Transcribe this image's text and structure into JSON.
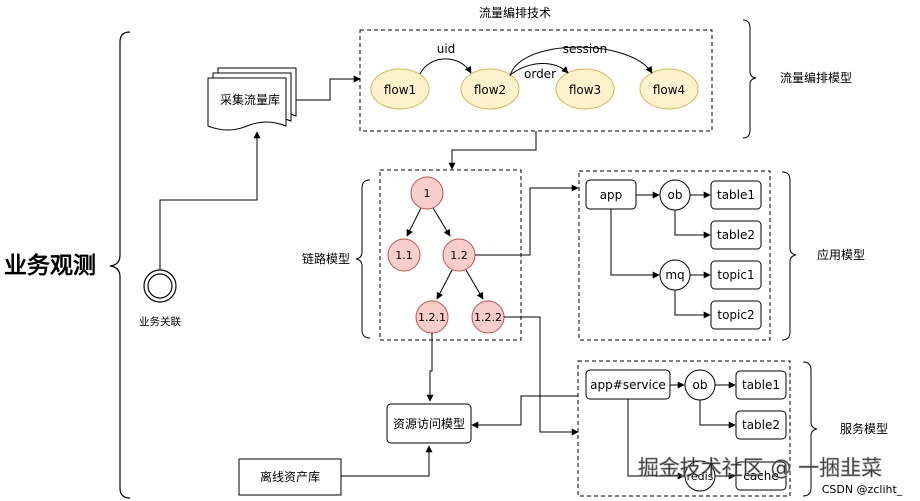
{
  "main_title": "业务观测",
  "flow_section": {
    "title": "流量编排技术",
    "model_label": "流量编排模型",
    "collector": "采集流量库",
    "flows": [
      "flow1",
      "flow2",
      "flow3",
      "flow4"
    ],
    "edge_labels": {
      "uid": "uid",
      "order": "order",
      "session": "session"
    }
  },
  "trace_section": {
    "model_label": "链路模型",
    "nodes": [
      "1",
      "1.1",
      "1.2",
      "1.2.1",
      "1.2.2"
    ]
  },
  "app_section": {
    "model_label": "应用模型",
    "app": "app",
    "ob": "ob",
    "mq": "mq",
    "tables": [
      "table1",
      "table2"
    ],
    "topics": [
      "topic1",
      "topic2"
    ]
  },
  "service_section": {
    "model_label": "服务模型",
    "app_service": "app#service",
    "ob": "ob",
    "tables": [
      "table1",
      "table2"
    ],
    "redis": "redis",
    "cache": "cache"
  },
  "resource_model": "资源访问模型",
  "offline_assets": "离线资产库",
  "business_link": "业务关联",
  "watermark": "掘金技术社区 @ 一捆韭菜",
  "csdn": "CSDN @zcliht_",
  "colors": {
    "flow_fill": "#fff2cc",
    "flow_stroke": "#d6b656",
    "trace_fill": "#f8cecc",
    "trace_stroke": "#b85450"
  }
}
